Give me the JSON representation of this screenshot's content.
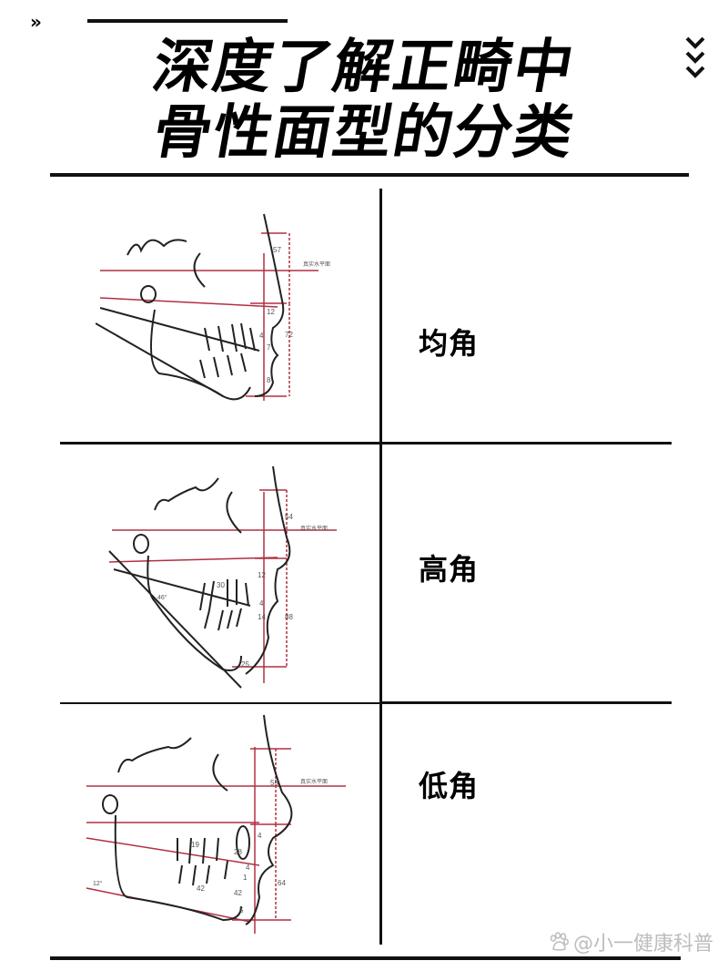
{
  "header": {
    "chevron_glyph": "»",
    "title_line1": "深度了解正畸中",
    "title_line2": "骨性面型的分类"
  },
  "rows": [
    {
      "label": "均角",
      "diagram": {
        "plane_label": "真实水平面",
        "measurements": [
          "57",
          "72",
          "12",
          "4",
          "7",
          "8"
        ]
      }
    },
    {
      "label": "高角",
      "diagram": {
        "plane_label": "真实水平面",
        "measurements": [
          "54",
          "88",
          "12",
          "4",
          "14",
          "30",
          "25"
        ],
        "angle": "46°"
      }
    },
    {
      "label": "低角",
      "diagram": {
        "plane_label": "真实水平面",
        "measurements": [
          "55",
          "64",
          "4",
          "19",
          "28",
          "4",
          "1",
          "42",
          "42",
          "5"
        ],
        "angle": "12°"
      }
    }
  ],
  "watermark": {
    "icon": "baidu-paw-icon",
    "text": "@小一健康科普"
  },
  "colors": {
    "ink": "#111111",
    "reference_line": "#b03040",
    "watermark": "#bdbdbd"
  }
}
